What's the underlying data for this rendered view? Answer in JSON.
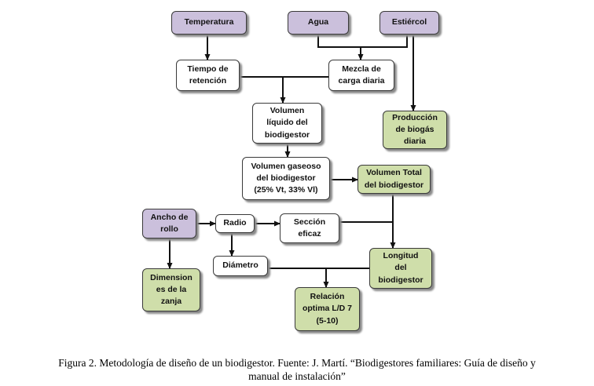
{
  "nodes": {
    "temperatura": "Temperatura",
    "agua": "Agua",
    "estiercol": "Estiércol",
    "tiempo_retencion": "Tiempo de\nretención",
    "mezcla_carga": "Mezcla de\ncarga diaria",
    "volumen_liquido": "Volumen\nlíquido del\nbiodigestor",
    "produccion_biogas": "Producción\nde biogás\ndiaria",
    "volumen_gaseoso": "Volumen gaseoso\ndel biodigestor\n(25% Vt, 33% Vl)",
    "volumen_total": "Volumen Total\ndel biodigestor",
    "ancho_rollo": "Ancho de\nrollo",
    "radio": "Radio",
    "seccion_eficaz": "Sección\neficaz",
    "diametro": "Diámetro",
    "longitud": "Longitud\ndel\nbiodigestor",
    "dimensiones_zanja": "Dimension\nes de la\nzanja",
    "relacion_optima": "Relación\noptima L/D 7\n(5-10)"
  },
  "caption": {
    "line1": "Figura 2. Metodología de diseño de un biodigestor. Fuente: J. Martí. “Biodigestores familiares: Guía de diseño y",
    "line2": "manual de instalación”"
  },
  "colors": {
    "input_node": "#cbc0dc",
    "intermediate_node": "#ffffff",
    "output_node": "#cfdeaa",
    "connector": "#111111"
  }
}
